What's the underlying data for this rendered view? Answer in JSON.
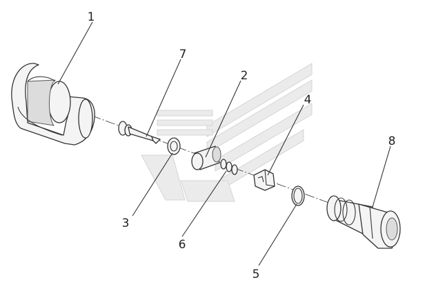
{
  "diagram": {
    "parts": [
      {
        "id": "part-1",
        "number": "1"
      },
      {
        "id": "part-2",
        "number": "2"
      },
      {
        "id": "part-3",
        "number": "3"
      },
      {
        "id": "part-4",
        "number": "4"
      },
      {
        "id": "part-5",
        "number": "5"
      },
      {
        "id": "part-6",
        "number": "6"
      },
      {
        "id": "part-7",
        "number": "7"
      },
      {
        "id": "part-8",
        "number": "8"
      }
    ]
  }
}
